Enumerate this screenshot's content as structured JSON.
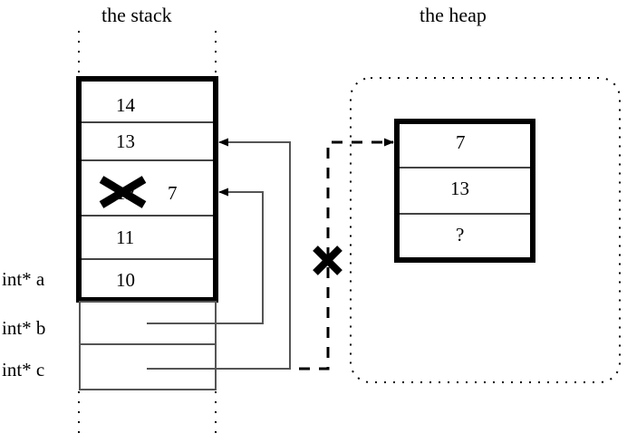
{
  "diagram": {
    "title_stack": "the stack",
    "title_heap": "the heap",
    "accent": "#000000",
    "background": "#ffffff"
  },
  "stack": {
    "label": "the stack",
    "cells": [
      {
        "value": "14",
        "struck": false,
        "note": ""
      },
      {
        "value": "13",
        "struck": false,
        "note": ""
      },
      {
        "value": "12",
        "struck": true,
        "note": "7"
      },
      {
        "value": "11",
        "struck": false,
        "note": ""
      },
      {
        "value": "10",
        "struck": false,
        "note": ""
      }
    ],
    "variables": [
      {
        "name": "int* a",
        "value": "",
        "points_to": "stack-cell-10"
      },
      {
        "name": "int* b",
        "value": "",
        "points_to": "stack-cell-12"
      },
      {
        "name": "int* c",
        "value": "",
        "points_to": "heap-cell-7"
      }
    ]
  },
  "heap": {
    "label": "the heap",
    "cells": [
      {
        "value": "7"
      },
      {
        "value": "13"
      },
      {
        "value": "?"
      }
    ]
  },
  "annotations": {
    "strike_cell_index": 2,
    "strike_mark": "x-cross",
    "broken_pointer_mark": "x-cross",
    "broken_pointer_owner": "int* c"
  }
}
